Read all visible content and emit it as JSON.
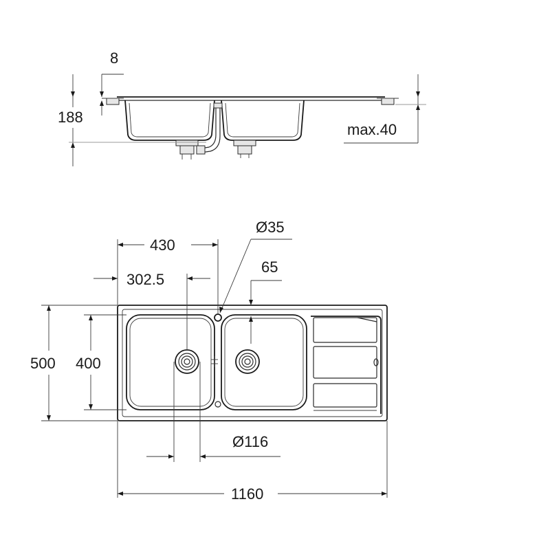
{
  "dimensions": {
    "rim_thickness": "8",
    "total_depth": "188",
    "max_worktop": "max.40",
    "drain_hole_dia": "Ø35",
    "tap_offset": "65",
    "left_bowl_width": "430",
    "left_drain_offset": "302.5",
    "overall_depth": "500",
    "bowl_depth": "400",
    "strainer_dia": "Ø116",
    "overall_width": "1160"
  },
  "colors": {
    "line": "#2a2a2a",
    "text": "#1a1a1a",
    "background": "#ffffff"
  }
}
